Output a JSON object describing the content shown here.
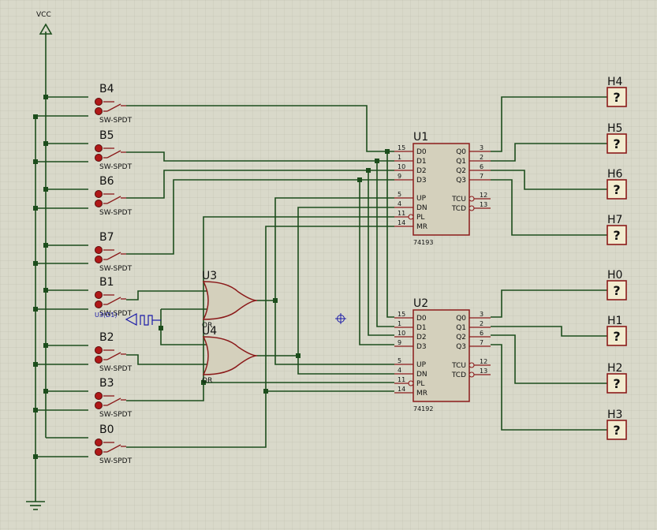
{
  "power": {
    "vcc_label": "VCC"
  },
  "switches": [
    {
      "ref": "B4",
      "type": "SW-SPDT"
    },
    {
      "ref": "B5",
      "type": "SW-SPDT"
    },
    {
      "ref": "B6",
      "type": "SW-SPDT"
    },
    {
      "ref": "B7",
      "type": "SW-SPDT"
    },
    {
      "ref": "B1",
      "type": "SW-SPDT"
    },
    {
      "ref": "B2",
      "type": "SW-SPDT"
    },
    {
      "ref": "B3",
      "type": "SW-SPDT"
    },
    {
      "ref": "B0",
      "type": "SW-SPDT"
    }
  ],
  "gates": [
    {
      "ref": "U3",
      "type": "OR"
    },
    {
      "ref": "U4",
      "type": "OR"
    }
  ],
  "clock": {
    "ref": "U3(D1)"
  },
  "counters": [
    {
      "ref": "U1",
      "part": "74193",
      "left_pins": [
        {
          "num": "15",
          "name": "D0"
        },
        {
          "num": "1",
          "name": "D1"
        },
        {
          "num": "10",
          "name": "D2"
        },
        {
          "num": "9",
          "name": "D3"
        },
        {
          "num": "5",
          "name": "UP"
        },
        {
          "num": "4",
          "name": "DN"
        },
        {
          "num": "11",
          "name": "PL"
        },
        {
          "num": "14",
          "name": "MR"
        }
      ],
      "right_pins": [
        {
          "num": "3",
          "name": "Q0"
        },
        {
          "num": "2",
          "name": "Q1"
        },
        {
          "num": "6",
          "name": "Q2"
        },
        {
          "num": "7",
          "name": "Q3"
        },
        {
          "num": "12",
          "name": "TCU"
        },
        {
          "num": "13",
          "name": "TCD"
        }
      ]
    },
    {
      "ref": "U2",
      "part": "74192",
      "left_pins": [
        {
          "num": "15",
          "name": "D0"
        },
        {
          "num": "1",
          "name": "D1"
        },
        {
          "num": "10",
          "name": "D2"
        },
        {
          "num": "9",
          "name": "D3"
        },
        {
          "num": "5",
          "name": "UP"
        },
        {
          "num": "4",
          "name": "DN"
        },
        {
          "num": "11",
          "name": "PL"
        },
        {
          "num": "14",
          "name": "MR"
        }
      ],
      "right_pins": [
        {
          "num": "3",
          "name": "Q0"
        },
        {
          "num": "2",
          "name": "Q1"
        },
        {
          "num": "6",
          "name": "Q2"
        },
        {
          "num": "7",
          "name": "Q3"
        },
        {
          "num": "12",
          "name": "TCU"
        },
        {
          "num": "13",
          "name": "TCD"
        }
      ]
    }
  ],
  "probes": [
    {
      "ref": "H4",
      "glyph": "?"
    },
    {
      "ref": "H5",
      "glyph": "?"
    },
    {
      "ref": "H6",
      "glyph": "?"
    },
    {
      "ref": "H7",
      "glyph": "?"
    },
    {
      "ref": "H0",
      "glyph": "?"
    },
    {
      "ref": "H1",
      "glyph": "?"
    },
    {
      "ref": "H2",
      "glyph": "?"
    },
    {
      "ref": "H3",
      "glyph": "?"
    }
  ],
  "colors": {
    "background": "#d9d9ca",
    "grid": "#c4c4b4",
    "wire": "#1c4d1c",
    "component": "#8b1a1a",
    "body": "#d4d0bc",
    "probe": "#f2ecd0",
    "clock": "#1a1aa8"
  }
}
